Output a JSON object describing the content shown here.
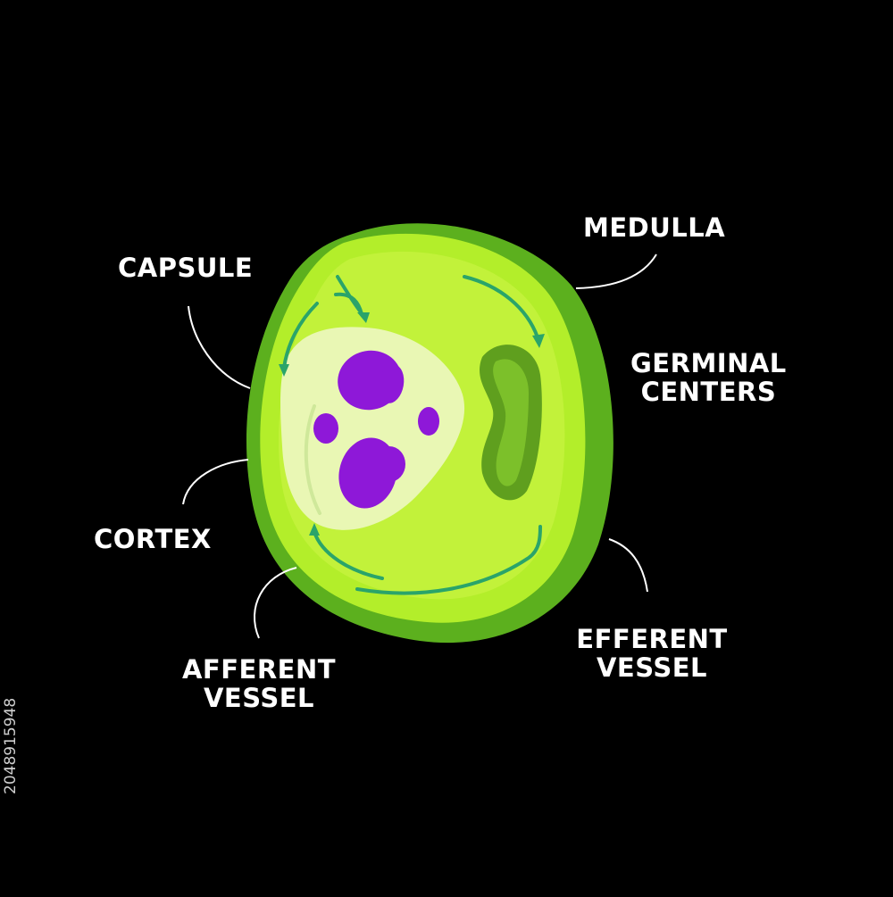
{
  "labels": {
    "capsule": "CAPSULE",
    "medulla": "MEDULLA",
    "germinal": [
      "GERMINAL",
      "CENTERS"
    ],
    "cortex": "CORTEX",
    "afferent": [
      "AFFERENT",
      "VESSEL"
    ],
    "efferent": [
      "EFFERENT",
      "VESSEL"
    ]
  },
  "side_id": "2048915948",
  "colors": {
    "background": "#000000",
    "outer_rim": "#5cb01e",
    "body": "#b3ee2a",
    "inner_body": "#c2f23a",
    "cortex_region": "#e9f7b4",
    "germinal_spot": "#8e18d8",
    "medulla_pocket": "#5f9f1e",
    "arrow": "#2aa46a",
    "leader_line": "#ffffff"
  }
}
